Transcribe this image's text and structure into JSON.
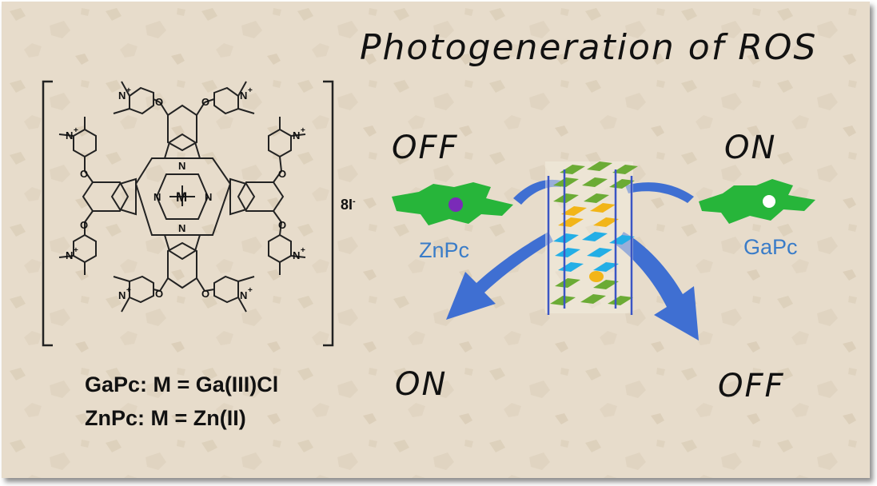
{
  "title": "Photogeneration of ROS",
  "states": {
    "off_top": "OFF",
    "on_top": "ON",
    "on_bottom": "ON",
    "off_bottom": "OFF"
  },
  "molecules": {
    "znpc": "ZnPc",
    "gapc": "GaPc"
  },
  "structure": {
    "metal": "M",
    "counterion": "8I",
    "counterion_charge": "-",
    "pyridinium_n": "N",
    "pyridinium_charge": "+",
    "ring_n": "N",
    "ring_o": "O"
  },
  "definitions": [
    "GaPc: M = Ga(III)Cl",
    "ZnPc: M = Zn(II)"
  ],
  "colors": {
    "background": "#e7dccb",
    "arrow": "#3f6fd2",
    "pc_green": "#27b53a",
    "zn_dot": "#7a2bb8",
    "ga_dot": "#ffffff",
    "dna_blue": "#23aee6",
    "dna_yellow": "#f2b518",
    "dna_green": "#6bab35",
    "rail": "#3b55c4"
  }
}
